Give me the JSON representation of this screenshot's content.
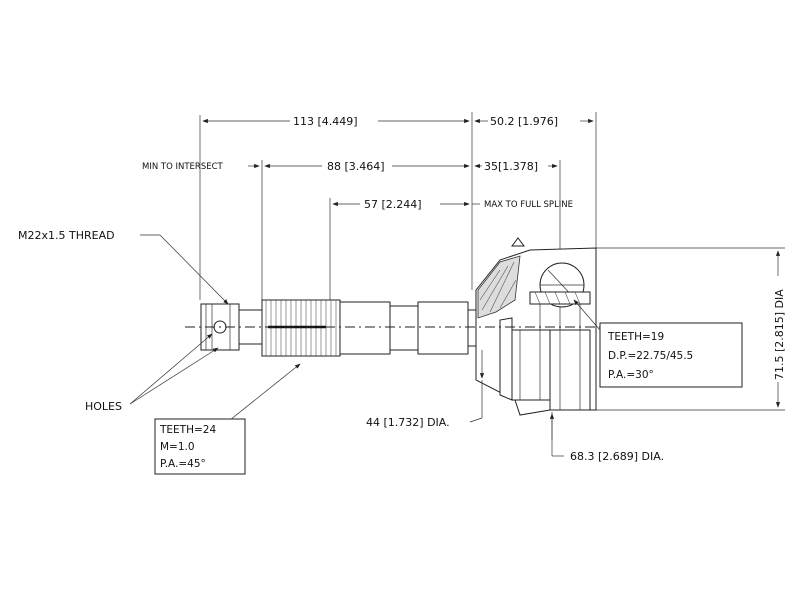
{
  "dimensions": {
    "overall_length": "113 [4.449]",
    "joint_length": "50.2 [1.976]",
    "min_to_intersect_label": "MIN TO INTERSECT",
    "intersect_length": "88 [3.464]",
    "spline_stub": "35[1.378]",
    "spline_length": "57 [2.244]",
    "max_full_spline_label": "MAX TO FULL SPLINE",
    "thread": "M22x1.5 THREAD",
    "holes": "HOLES",
    "shaft_dia": "44 [1.732] DIA.",
    "housing_dia": "68.3 [2.689] DIA.",
    "outer_dia": "71.5 [2.815] DIA"
  },
  "outer_spline": {
    "teeth": "TEETH=24",
    "module": "M=1.0",
    "pressure_angle": "P.A.=45°"
  },
  "inner_spline": {
    "teeth": "TEETH=19",
    "pitch_dia": "D.P.=22.75/45.5",
    "pressure_angle": "P.A.=30°"
  }
}
